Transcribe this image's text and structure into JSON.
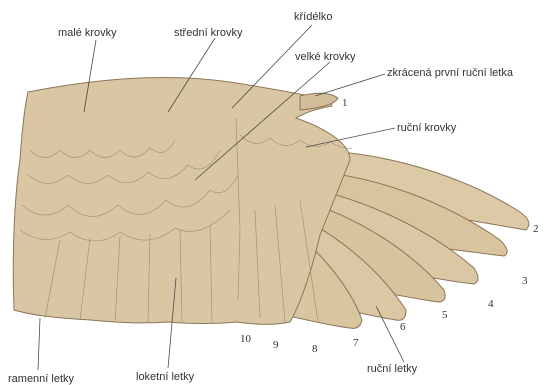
{
  "labels": {
    "male_krovky": "malé krovky",
    "stredni_krovky": "střední krovky",
    "kridelko": "křídélko",
    "velke_krovky": "velké krovky",
    "zkracena_prvni_rucni_letka": "zkrácená první ruční letka",
    "rucni_krovky": "ruční krovky",
    "ramenni_letky": "ramenní letky",
    "loketni_letky": "loketní letky",
    "rucni_letky": "ruční letky"
  },
  "feather_numbers": [
    "1",
    "2",
    "3",
    "4",
    "5",
    "6",
    "7",
    "8",
    "9",
    "10"
  ],
  "colors": {
    "wing_fill": "#d9c7a4",
    "wing_shadow": "#c9b48c",
    "outline": "#8c7658",
    "text": "#333333"
  }
}
